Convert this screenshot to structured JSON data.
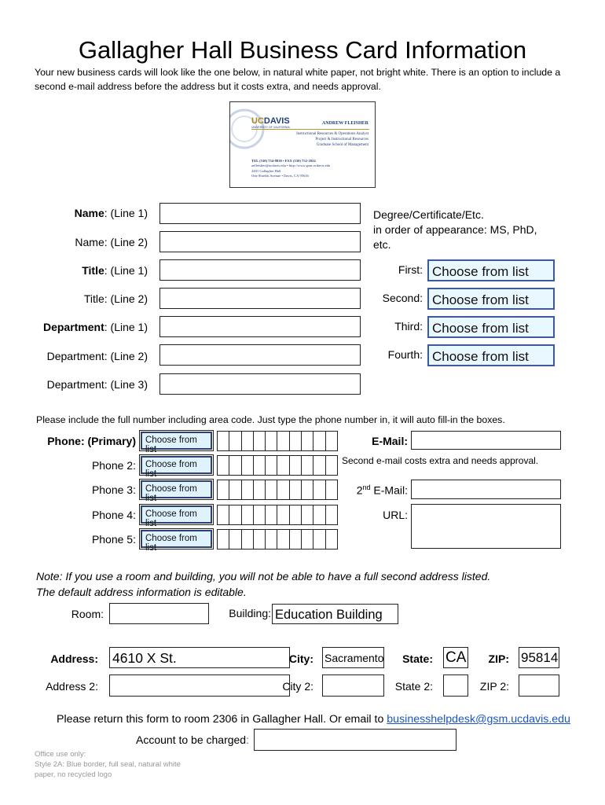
{
  "header": {
    "title": "Gallagher Hall Business Card Information",
    "intro": "Your new business cards will look like the one below, in natural white paper, not bright white. There is an option to include a second e-mail address before the address but it costs extra, and needs approval."
  },
  "sample_card": {
    "logo_uc": "UC",
    "logo_davis": "DAVIS",
    "logo_sub": "UNIVERSITY OF CALIFORNIA",
    "name": "ANDREW FLEISHER",
    "title_line1": "Instructional Resources & Operations Analyst",
    "title_line2": "Project & Instructional Resources",
    "title_line3": "Graduate School of Management",
    "phone_line": "TEL (530) 754-8830 • FAX (530) 752-2924",
    "email_line": "aefleisher@ucdavis.edu • http://www.gsm.ucdavis.edu",
    "address_line1": "2401 Gallagher Hall",
    "address_line2": "One Shields Avenue • Davis, CA 95616"
  },
  "name_fields": {
    "name1_bold": "Name",
    "name1_rest": ": (Line 1)",
    "name2": "Name: (Line 2)",
    "title1_bold": "Title",
    "title1_rest": ": (Line 1)",
    "title2": "Title: (Line 2)",
    "dept1_bold": "Department",
    "dept1_rest": ": (Line 1)",
    "dept2": "Department: (Line 2)",
    "dept3": "Department: (Line 3)"
  },
  "degrees": {
    "heading": "Degree/Certificate/Etc.",
    "subheading_1": "in order of appearance: MS, PhD,",
    "subheading_2": "etc.",
    "first_label": "First:",
    "second_label": "Second:",
    "third_label": "Third:",
    "fourth_label": "Fourth:",
    "first_value": "Choose from list",
    "second_value": "Choose from list",
    "third_value": "Choose from list",
    "fourth_value": "Choose from list"
  },
  "phones": {
    "instructions": "Please include the full number including area code. Just type the phone number in, it will auto fill-in the boxes.",
    "primary_label": "Phone: (Primary)",
    "phone2_label": "Phone 2:",
    "phone3_label": "Phone 3:",
    "phone4_label": "Phone 4:",
    "phone5_label": "Phone 5:",
    "type_value": "Choose from list"
  },
  "emails": {
    "email_label": "E-Mail:",
    "second_note": "Second e-mail costs extra and needs approval.",
    "email2_label_pre": "2",
    "email2_label_sup": "nd",
    "email2_label_post": " E-Mail:",
    "url_label": "URL:"
  },
  "address": {
    "note_line1": "Note: If you use a room and building, you will not be able to have a full second address listed.",
    "note_line2": "The default address information is editable.",
    "room_label": "Room:",
    "building_label": "Building:",
    "building_value": "Education Building",
    "address_label": "Address:",
    "address_value": "4610 X St.",
    "city_label": "City:",
    "city_value": "Sacramento",
    "state_label": "State:",
    "state_value": "CA",
    "zip_label": "ZIP:",
    "zip_value": "95814",
    "address2_label": "Address 2:",
    "city2_label": "City 2:",
    "state2_label": "State 2:",
    "zip2_label": "ZIP 2:"
  },
  "footer": {
    "return_text": "Please return this form to room 2306 in Gallagher Hall. Or email to ",
    "email_link": "businesshelpdesk@gsm.ucdavis.edu",
    "account_label": "Account to be charged",
    "account_colon": ":",
    "office_line1": "Office use only:",
    "office_line2": "Style 2A: Blue border, full seal, natural white",
    "office_line3": "paper, no recycled logo"
  }
}
